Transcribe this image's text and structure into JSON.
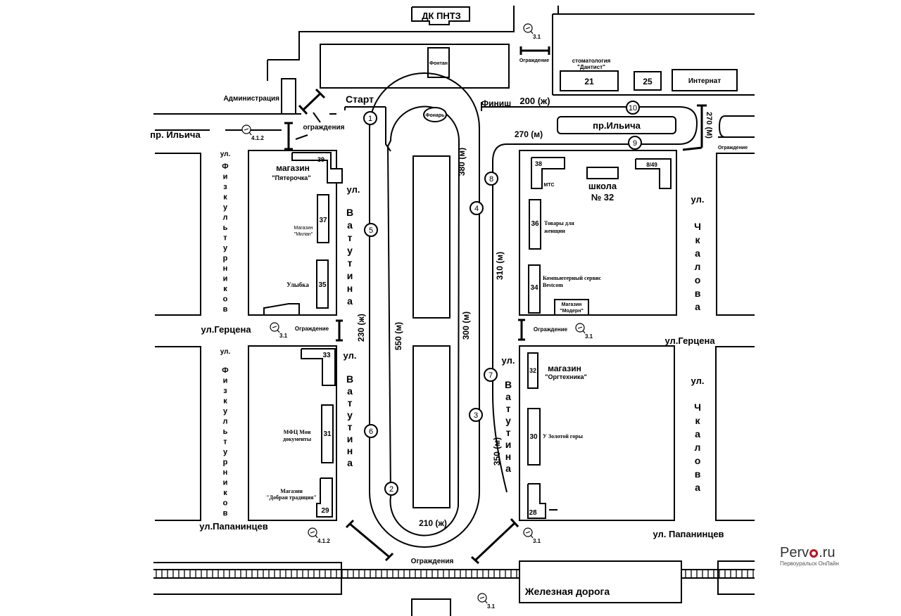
{
  "landmarks": {
    "dk": "ДК ПНТЗ",
    "fountain": "Фонтан",
    "lantern": "Фонарь",
    "administration": "Администрация",
    "dentistry_line1": "стоматология",
    "dentistry_line2": "\"Дантист\"",
    "internat": "Интернат",
    "school_line1": "школа",
    "school_line2": "№ 32",
    "railway": "Железная дорога"
  },
  "streets": {
    "ilyicha_left": "пр. Ильича",
    "ilyicha_center": "пр.Ильича",
    "fizkult_prefix": "ул.",
    "fizkult_letters": [
      "Ф",
      "и",
      "з",
      "к",
      "у",
      "л",
      "ь",
      "т",
      "у",
      "р",
      "н",
      "и",
      "к",
      "о",
      "в"
    ],
    "vatutina_prefix": "ул.",
    "vatutina_letters": [
      "В",
      "а",
      "т",
      "у",
      "т",
      "и",
      "н",
      "а"
    ],
    "chkalova_prefix": "ул.",
    "chkalova_letters": [
      "Ч",
      "к",
      "а",
      "л",
      "о",
      "в",
      "а"
    ],
    "gertsena_left": "ул.Герцена",
    "gertsena_right": "ул.Герцена",
    "papanintsev_left": "ул.Папанинцев",
    "papanintsev_right": "ул. Папанинцев"
  },
  "route": {
    "start": "Старт",
    "finish": "Финиш",
    "finish_distance": "200 (ж)",
    "checkpoints": [
      "1",
      "2",
      "3",
      "4",
      "5",
      "6",
      "7",
      "8",
      "9",
      "10"
    ],
    "distances": {
      "d380": "380 (м)",
      "d550": "550 (м)",
      "d300": "300 (м)",
      "d230": "230 (ж)",
      "d310": "310 (м)",
      "d350": "350 (м)",
      "d270m": "270 (м)",
      "d270M": "270 (М)",
      "d210": "210 (ж)"
    }
  },
  "barriers": {
    "fence": "Ограждение",
    "fences_plural": "ограждения",
    "fences_bottom": "Ограждения"
  },
  "signs": {
    "s31": "3.1",
    "s412": "4.1.2"
  },
  "buildings": [
    {
      "num": "39",
      "label": "магазин",
      "label2": "\"Пятерочка\""
    },
    {
      "num": "37",
      "label": "Магазин",
      "label2": "\"Милан\""
    },
    {
      "num": "35",
      "label": "Улыбка"
    },
    {
      "num": "33"
    },
    {
      "num": "31",
      "label": "МФЦ Мои",
      "label2": "документы"
    },
    {
      "num": "29",
      "label": "Магазин",
      "label2": "\"Добрая традиция\""
    },
    {
      "num": "38",
      "label": "МТС"
    },
    {
      "num": "8/49"
    },
    {
      "num": "36",
      "label": "Товары для",
      "label2": "женщин"
    },
    {
      "num": "34",
      "label": "Компьютерный сервис",
      "label2": "Bestcom"
    },
    {
      "num": "",
      "label": "Магазин",
      "label2": "\"Модерн\""
    },
    {
      "num": "32",
      "label": "магазин",
      "label2": "\"Оргтехника\""
    },
    {
      "num": "30",
      "label": "У Золотой горы"
    },
    {
      "num": "28"
    },
    {
      "num": "21"
    },
    {
      "num": "25"
    }
  ],
  "watermark": {
    "logo_part1": "Perv",
    "logo_part2": ".ru",
    "tagline": "Первоуральск ОнЛайн"
  }
}
